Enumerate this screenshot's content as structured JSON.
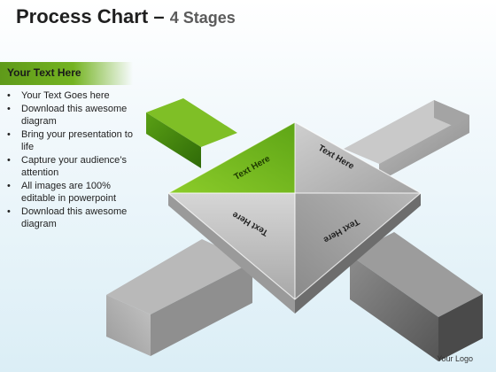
{
  "title": {
    "main": "Process Chart",
    "dash": "–",
    "sub": "4 Stages"
  },
  "side_panel": {
    "heading": "Your Text Here",
    "bullets": [
      "Your Text Goes here",
      "Download this awesome diagram",
      "Bring your presentation to life",
      "Capture your audience’s attention",
      "All images are 100% editable in powerpoint",
      "Download this awesome diagram"
    ]
  },
  "diagram": {
    "stages": [
      {
        "label": "Text Here",
        "color": "#7dbb22",
        "active": true
      },
      {
        "label": "Text Here",
        "color": "#a9a9a9",
        "active": false
      },
      {
        "label": "Text Here",
        "color": "#9a9a9a",
        "active": false
      },
      {
        "label": "Text Here",
        "color": "#8c8c8c",
        "active": false
      }
    ]
  },
  "footer": {
    "logo": "Your Logo"
  },
  "colors": {
    "accent_green": "#74b321",
    "arm_gray": "#8e8e8e"
  }
}
